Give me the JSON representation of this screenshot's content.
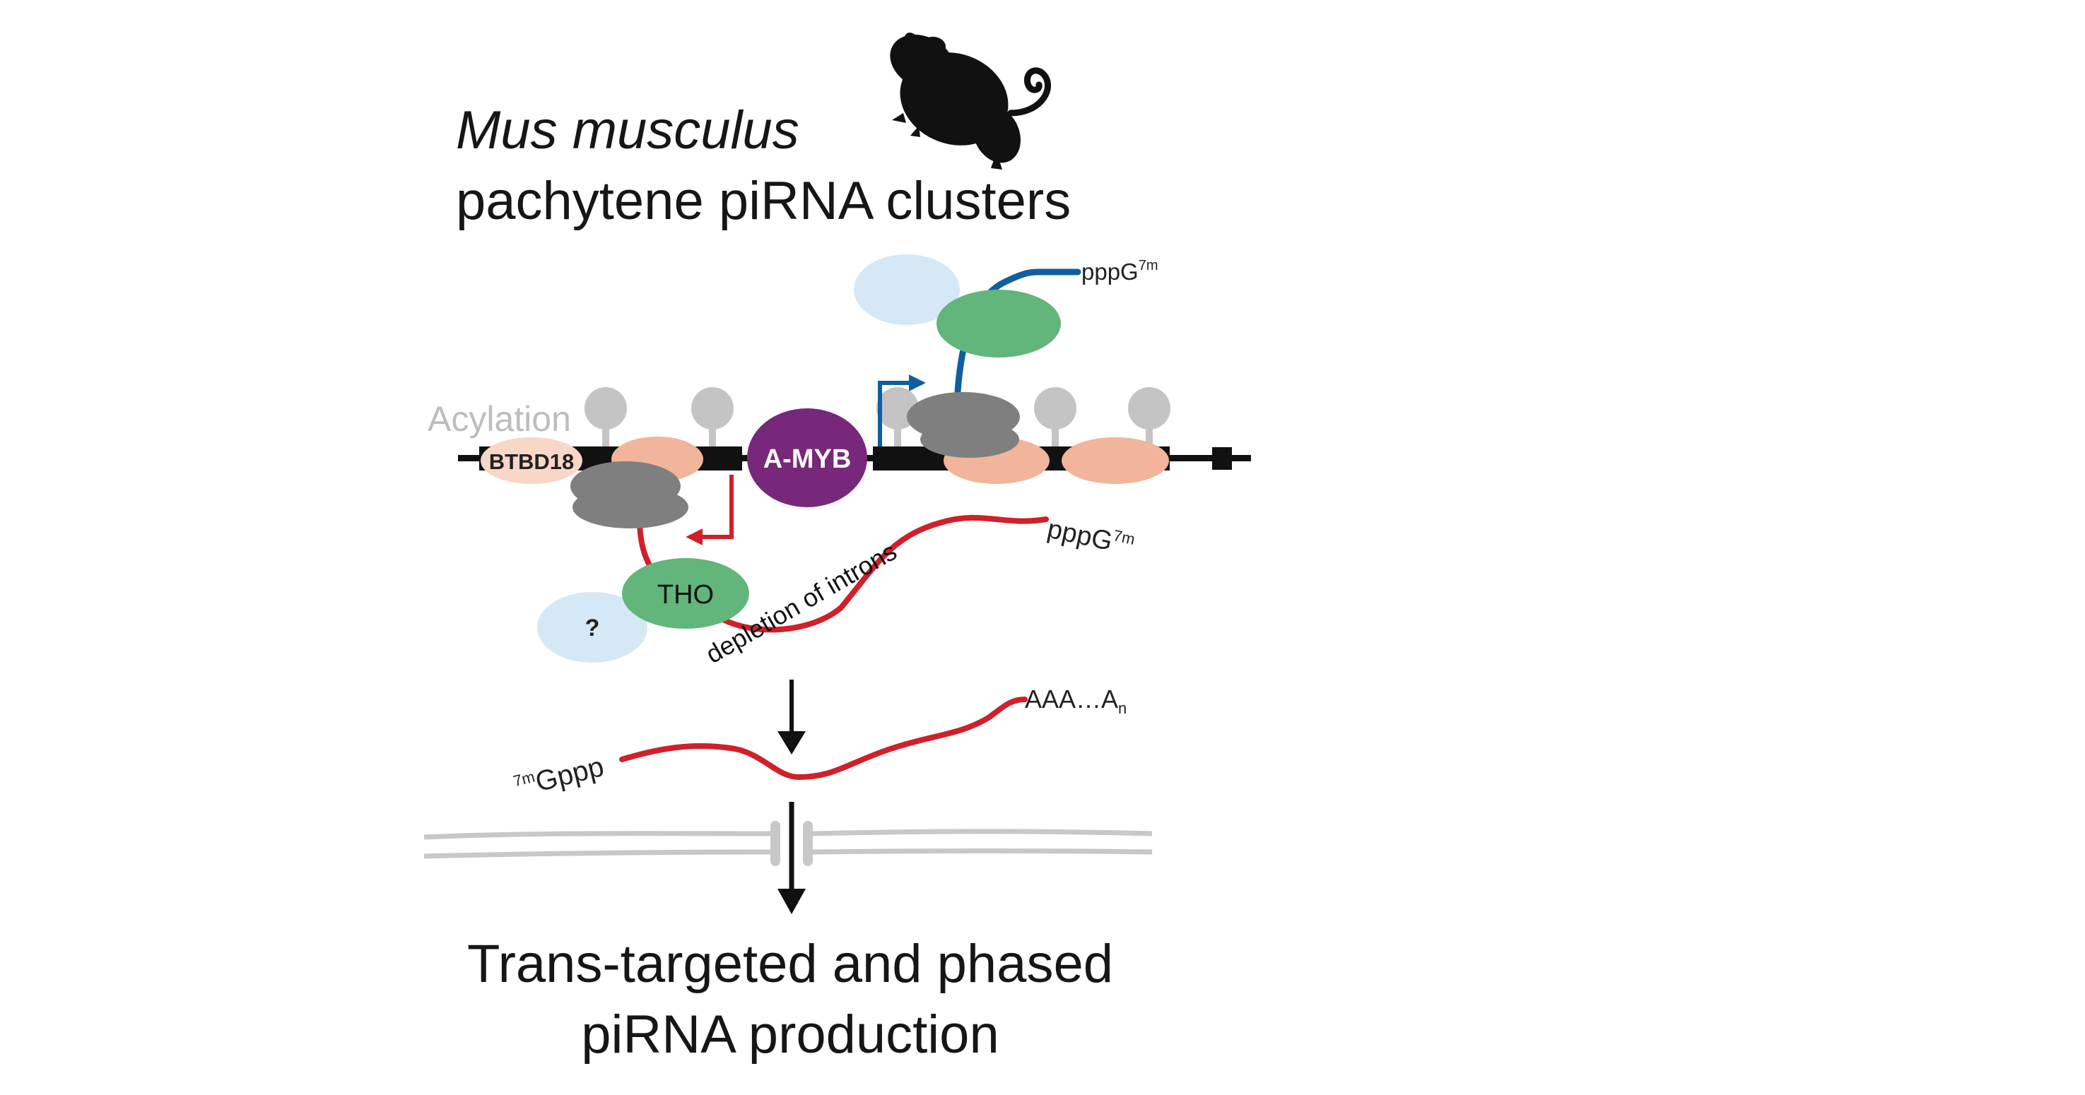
{
  "title": {
    "species": "Mus musculus",
    "subtitle": "pachytene piRNA clusters"
  },
  "labels": {
    "acylation": "Acylation",
    "btbd18": "BTBD18",
    "amyb": "A-MYB",
    "tho": "THO",
    "unknown": "?",
    "depletion": "depletion of introns",
    "cap_blue_base": "pppG",
    "cap_blue_sup": "7m",
    "cap_red_base": "pppG",
    "cap_red_sup": "7m",
    "cap5_sup": "7m",
    "cap5_base": "Gppp",
    "polyA_base": "AAA…A",
    "polyA_sub": "n"
  },
  "conclusion": {
    "line1": "Trans-targeted and phased",
    "line2": "piRNA production"
  },
  "colors": {
    "chromatin": "#111111",
    "nucleosome": "#f2b49a",
    "btbd18": "#f8d6c8",
    "polymerase": "#7f7f7f",
    "histone_mark": "#c4c4c4",
    "amyb": "#77287a",
    "tho": "#62b57b",
    "factor_light_blue": "#d4e8f5",
    "rna_red": "#d0202a",
    "rna_blue": "#0f5fa0",
    "nuclear_envelope": "#c8c8c8",
    "acylation_text": "#bdbdbd"
  }
}
